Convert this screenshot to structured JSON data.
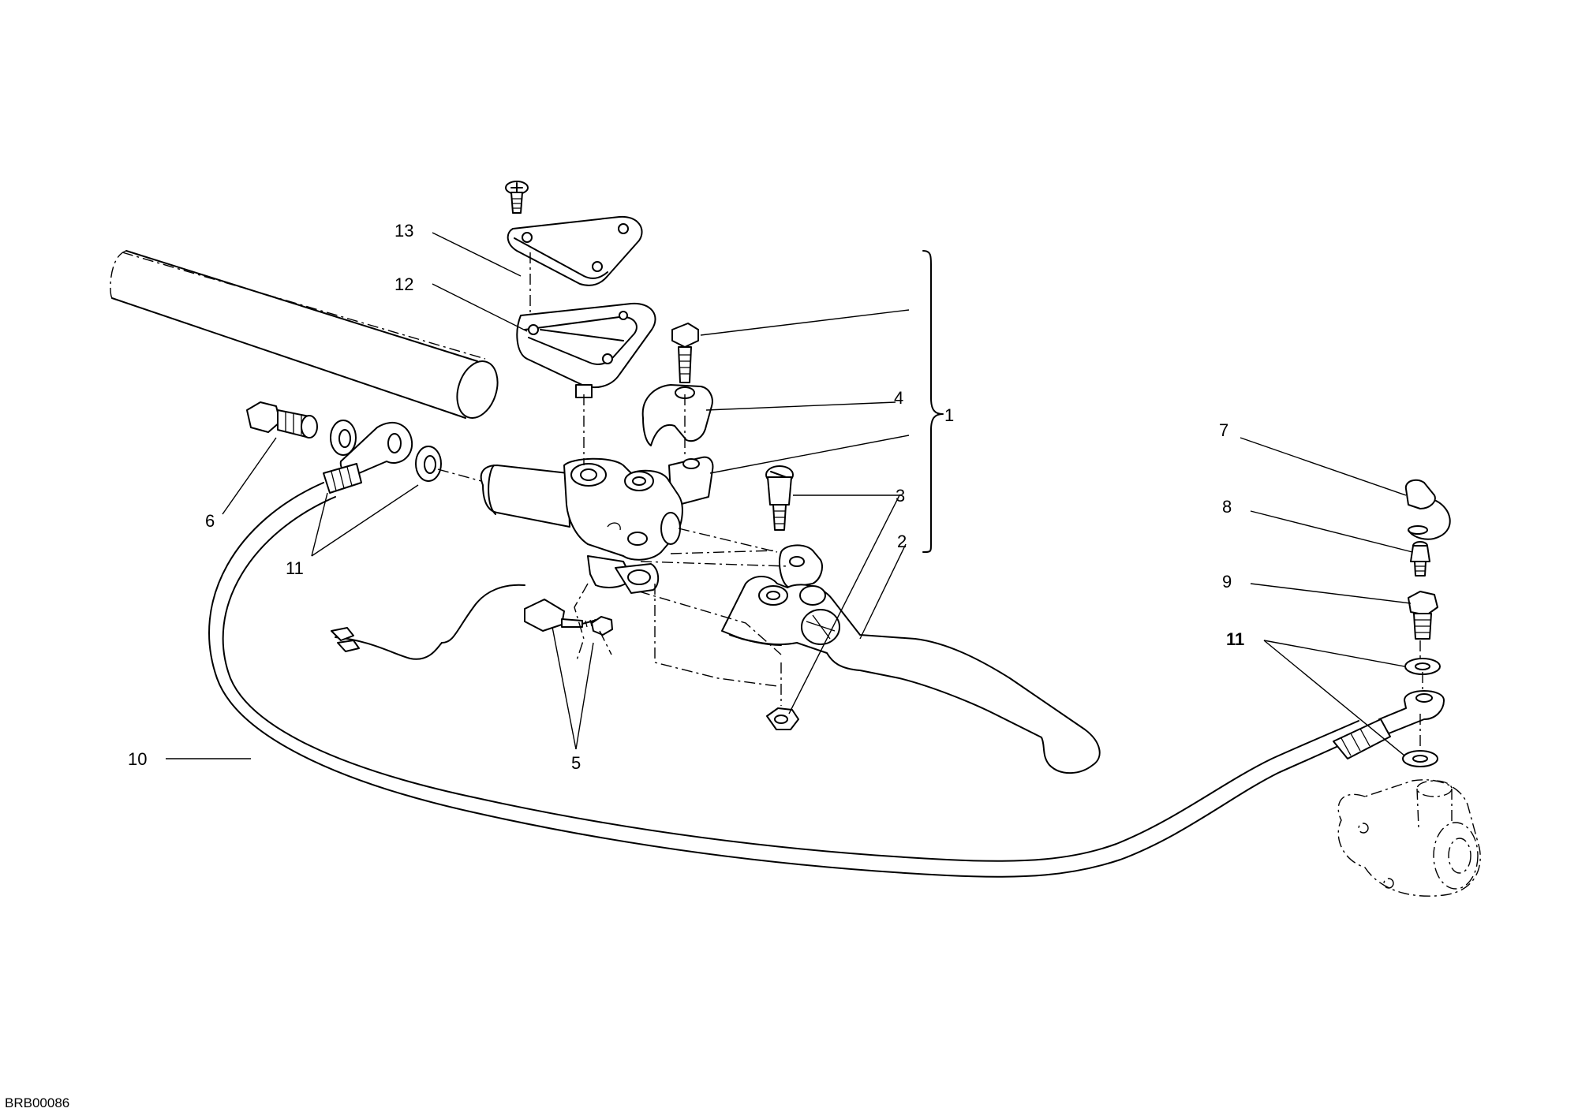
{
  "drawing_code": "BRB00086",
  "callouts": {
    "c1": "1",
    "c2": "2",
    "c3": "3",
    "c4": "4",
    "c5": "5",
    "c6": "6",
    "c7": "7",
    "c8": "8",
    "c9": "9",
    "c10": "10",
    "c11_left": "11",
    "c11_right": "11",
    "c12": "12",
    "c13": "13"
  }
}
